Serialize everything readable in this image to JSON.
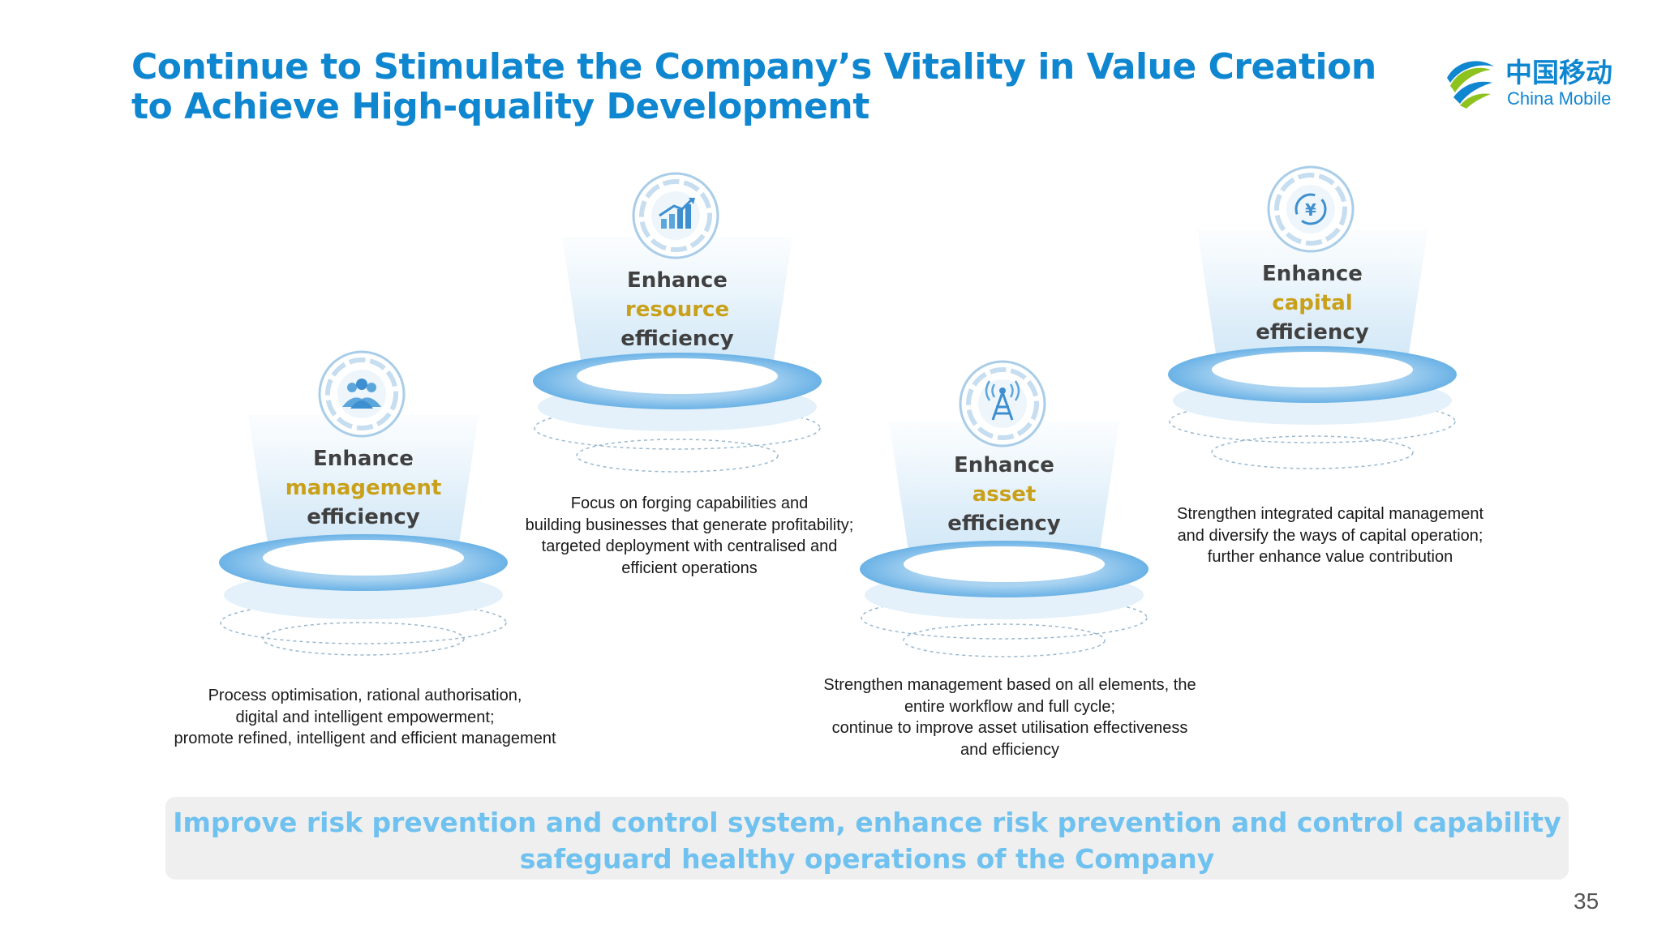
{
  "title": "Continue to Stimulate the Company’s Vitality in Value Creation to Achieve High-quality Development",
  "logo": {
    "cn": "中国移动",
    "en": "China Mobile"
  },
  "colors": {
    "title": "#0f86d0",
    "accent": "#c9a019",
    "banner_text": "#6fc1ef"
  },
  "pillars": [
    {
      "icon": "people-group-icon",
      "line1": "Enhance",
      "accent": "management",
      "line3": "efficiency",
      "description": "Process optimisation, rational authorisation,\ndigital and intelligent empowerment;\npromote refined, intelligent and efficient management"
    },
    {
      "icon": "bar-chart-growth-icon",
      "line1": "Enhance",
      "accent": "resource",
      "line3": "efficiency",
      "description": "Focus on forging capabilities and\nbuilding businesses that generate profitability;\ntargeted deployment with centralised and\nefficient operations"
    },
    {
      "icon": "signal-tower-icon",
      "line1": "Enhance",
      "accent": "asset",
      "line3": "efficiency",
      "description": "Strengthen management based on all elements, the\nentire workflow and full cycle;\ncontinue to improve asset utilisation effectiveness\nand efficiency"
    },
    {
      "icon": "yuan-coin-icon",
      "line1": "Enhance",
      "accent": "capital",
      "line3": "efficiency",
      "description": "Strengthen integrated capital management\nand diversify the ways of capital operation;\nfurther enhance value contribution"
    }
  ],
  "banner": "Improve risk prevention and control system, enhance risk prevention and control capability\nsafeguard healthy operations of the Company",
  "page_number": "35"
}
